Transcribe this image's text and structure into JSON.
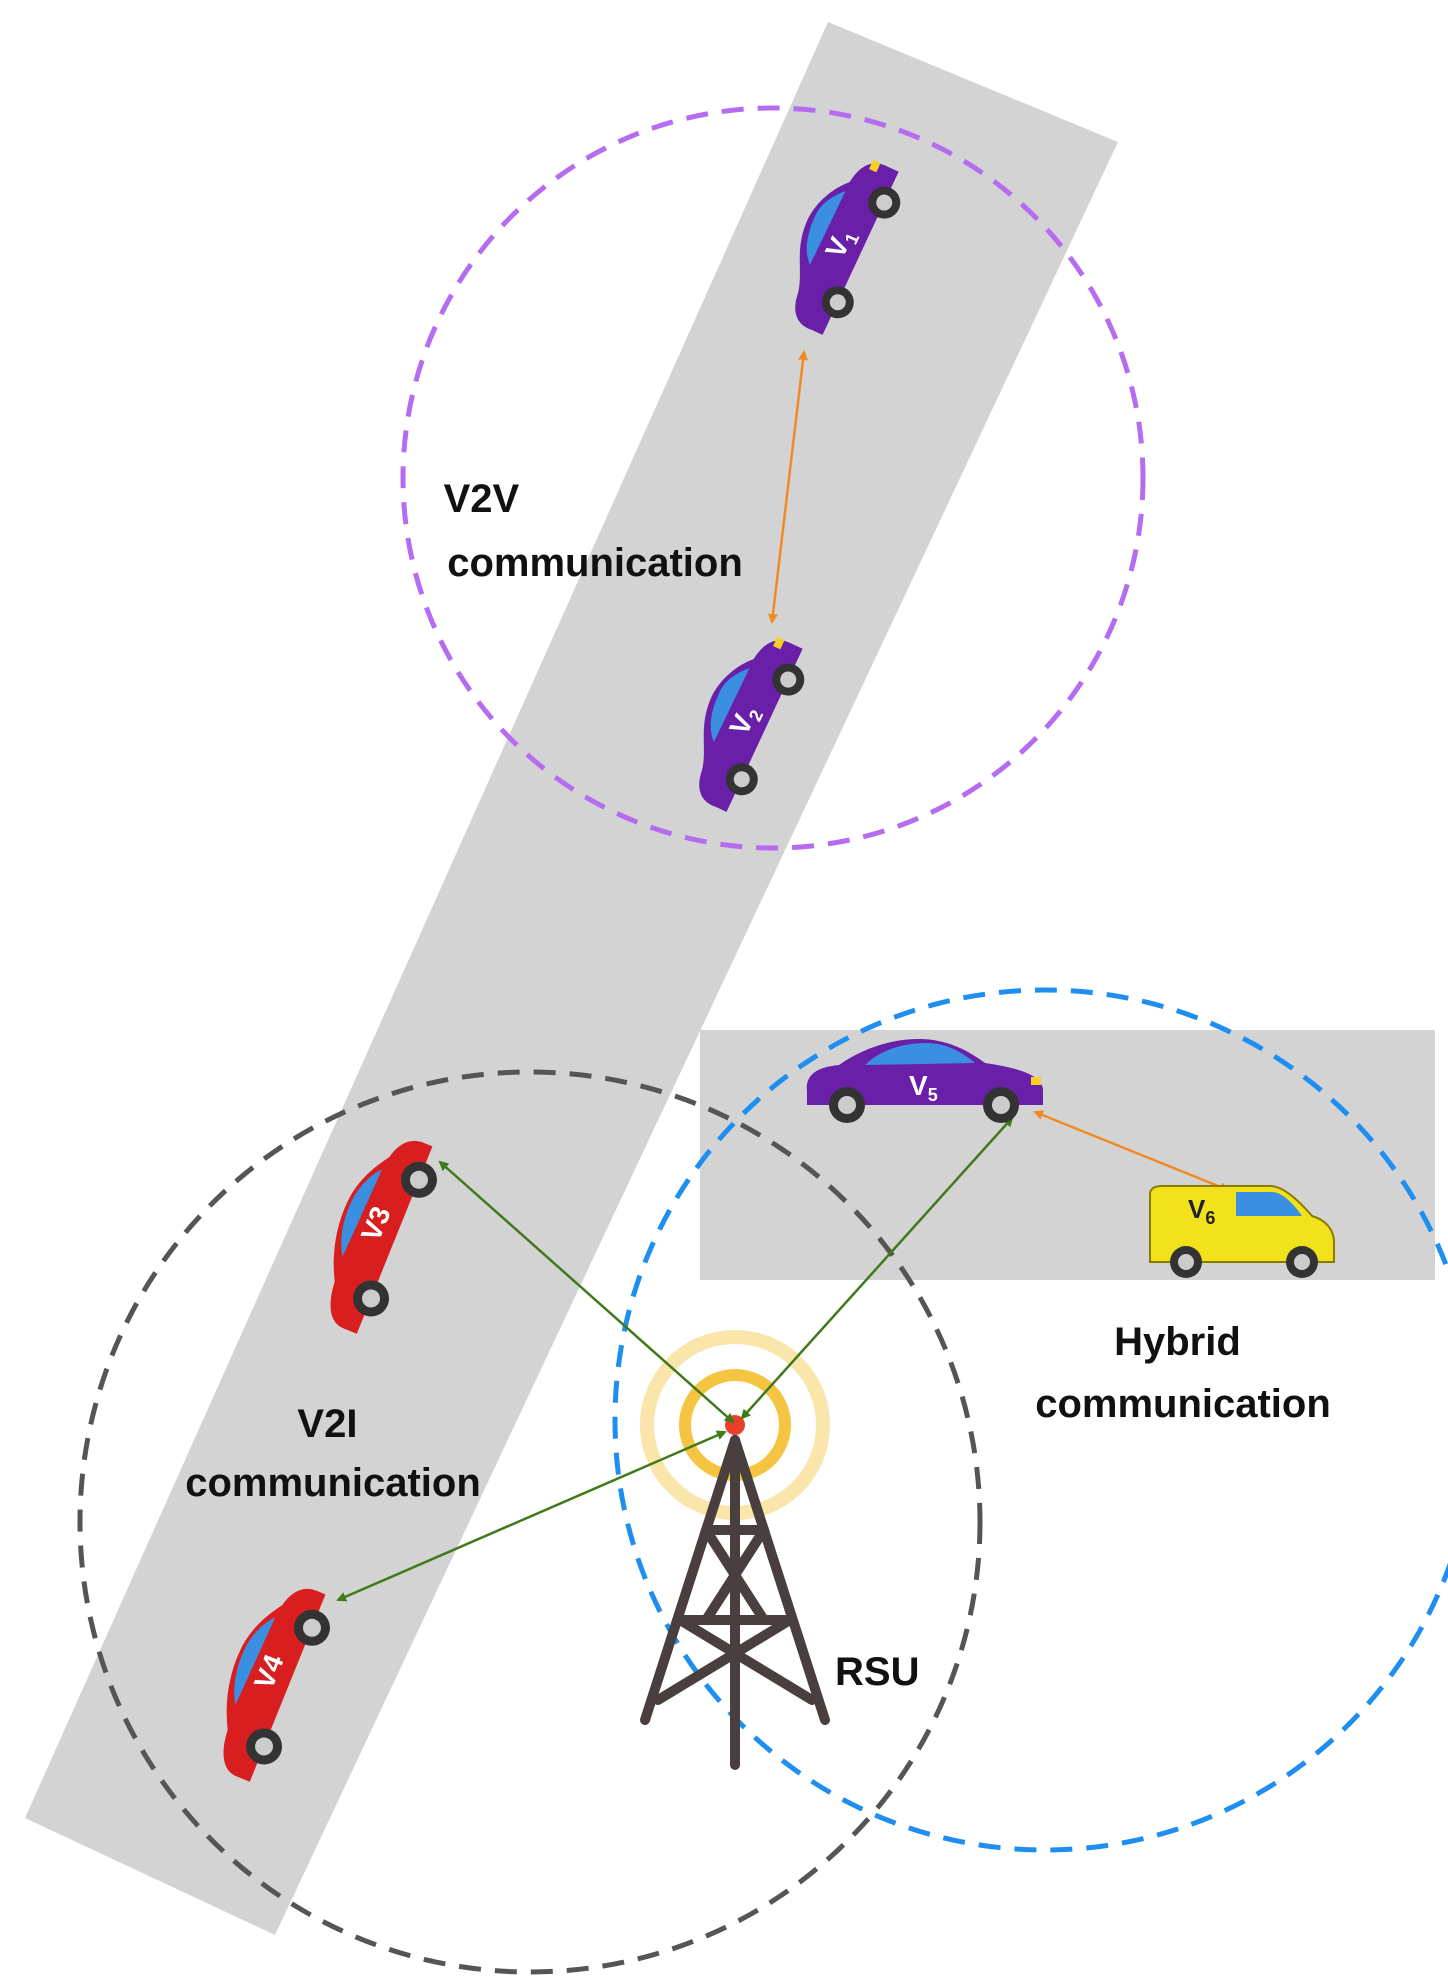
{
  "labels": {
    "v2v": [
      "V2V",
      "communication"
    ],
    "v2i": [
      "V2I",
      "communication"
    ],
    "hybrid": [
      "Hybrid",
      "communication"
    ],
    "rsu": "RSU"
  },
  "vehicles": [
    {
      "id": "V1",
      "base": "V",
      "sub": "1",
      "kind": "car",
      "color": "#6a1fa8"
    },
    {
      "id": "V2",
      "base": "V",
      "sub": "2",
      "kind": "car",
      "color": "#6a1fa8"
    },
    {
      "id": "V3",
      "base": "V3",
      "sub": "",
      "kind": "car",
      "color": "#d81e1e"
    },
    {
      "id": "V4",
      "base": "V4",
      "sub": "",
      "kind": "car",
      "color": "#d81e1e"
    },
    {
      "id": "V5",
      "base": "V",
      "sub": "5",
      "kind": "car",
      "color": "#6a1fa8"
    },
    {
      "id": "V6",
      "base": "V",
      "sub": "6",
      "kind": "van",
      "color": "#f2e21c"
    }
  ],
  "colors": {
    "road": "#d3d3d3",
    "v2v_range": "#b56cf0",
    "v2i_range": "#555555",
    "hybrid_range": "#1e8ef0",
    "v2v_link": "#f08a24",
    "v2i_link": "#3f7a1a",
    "rsu_tower": "#4a3f3f",
    "rsu_signal": "#f5c542"
  },
  "links": [
    {
      "from": "V1",
      "to": "V2",
      "type": "V2V"
    },
    {
      "from": "RSU",
      "to": "V3",
      "type": "V2I"
    },
    {
      "from": "RSU",
      "to": "V4",
      "type": "V2I"
    },
    {
      "from": "RSU",
      "to": "V5",
      "type": "V2I"
    },
    {
      "from": "V5",
      "to": "V6",
      "type": "V2V"
    }
  ]
}
